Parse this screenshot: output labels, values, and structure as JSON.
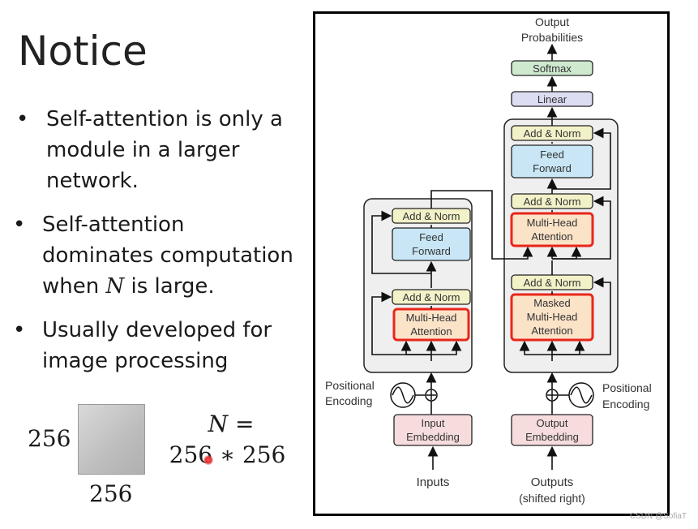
{
  "slide": {
    "title": "Notice",
    "bullets": [
      "Self-attention is only a\nmodule in a larger\nnetwork.",
      "Self-attention\ndominates computation\nwhen ",
      "Usually developed for\nimage processing"
    ],
    "bullet2_var": "N",
    "bullet2_tail": " is large.",
    "bullet_glyph": "•"
  },
  "illustration": {
    "side_label": "256",
    "bottom_label": "256",
    "equation_line1_var": "N",
    "equation_line1_op": " =",
    "equation_line2": "256 ∗ 256"
  },
  "diagram": {
    "output_label_1": "Output",
    "output_label_2": "Probabilities",
    "softmax": "Softmax",
    "linear": "Linear",
    "add_norm": "Add & Norm",
    "feed_forward_1": "Feed",
    "feed_forward_2": "Forward",
    "multi_head_1": "Multi-Head",
    "multi_head_2": "Attention",
    "masked_1": "Masked",
    "masked_2": "Multi-Head",
    "masked_3": "Attention",
    "input_embedding_1": "Input",
    "input_embedding_2": "Embedding",
    "output_embedding_1": "Output",
    "output_embedding_2": "Embedding",
    "positional_1": "Positional",
    "positional_2": "Encoding",
    "inputs": "Inputs",
    "outputs_1": "Outputs",
    "outputs_2": "(shifted right)",
    "colors": {
      "add_norm": "#f3f1c8",
      "feed_forward": "#c8e6f5",
      "attention": "#fbe3c8",
      "attention_border": "#e8261a",
      "softmax": "#cfe9cf",
      "linear": "#dcdcf2",
      "embedding": "#f6dcdc",
      "stack_bg": "#efefef"
    }
  },
  "watermark": "CSDN @SofiaT"
}
